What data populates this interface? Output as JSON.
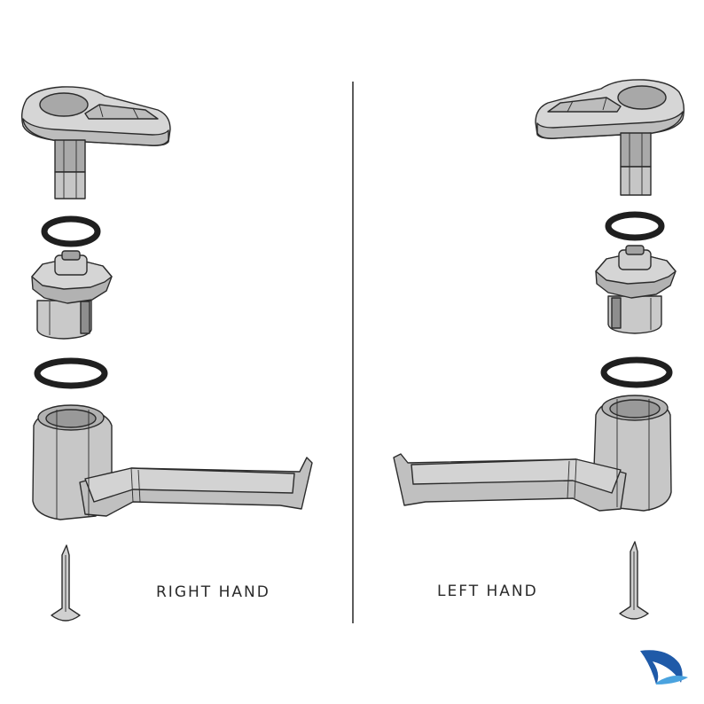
{
  "labels": {
    "right": "RIGHT HAND",
    "left": "LEFT HAND"
  },
  "colors": {
    "part_light": "#d9d9d9",
    "part_mid": "#bdbdbd",
    "part_dark": "#8e8e8e",
    "washer": "#1f1f1f",
    "divider": "#333333",
    "logo_blue": "#1f5aa8",
    "logo_light": "#4aa3df"
  },
  "icons": {
    "logo": "sail-swoosh-logo"
  }
}
